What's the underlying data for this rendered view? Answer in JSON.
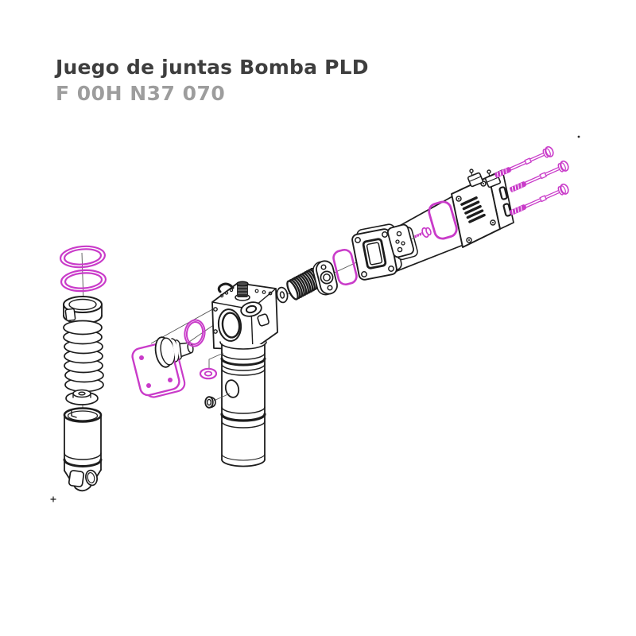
{
  "header": {
    "title": "Juego de juntas Bomba PLD",
    "part_number": "F 00H N37 070"
  },
  "colors": {
    "accent": "#c93bc9",
    "line": "#1d1d1d",
    "title": "#3e3e3e",
    "partnum": "#9d9d9d",
    "bg": "#ffffff"
  },
  "diagram": {
    "type": "exploded-parts-drawing",
    "highlight_meaning": "magenta parts belong to the gasket/seal kit",
    "parts": [
      {
        "id": "o-ring-upper",
        "highlighted": true
      },
      {
        "id": "o-ring-lower",
        "highlighted": true
      },
      {
        "id": "retaining-split-ring",
        "highlighted": false
      },
      {
        "id": "coil-spring-left",
        "highlighted": false
      },
      {
        "id": "spring-seat",
        "highlighted": false
      },
      {
        "id": "roller-tappet",
        "highlighted": false
      },
      {
        "id": "side-cover-gasket-plate",
        "highlighted": true
      },
      {
        "id": "plunger",
        "highlighted": false
      },
      {
        "id": "plunger-o-ring",
        "highlighted": true
      },
      {
        "id": "pump-body",
        "highlighted": false
      },
      {
        "id": "pump-barrel",
        "highlighted": false
      },
      {
        "id": "flat-sealing-washer",
        "highlighted": true
      },
      {
        "id": "plug",
        "highlighted": false
      },
      {
        "id": "valve-washer",
        "highlighted": false
      },
      {
        "id": "valve-spring",
        "highlighted": false
      },
      {
        "id": "valve-flange",
        "highlighted": false
      },
      {
        "id": "port-gasket-front",
        "highlighted": true
      },
      {
        "id": "inlet-flange",
        "highlighted": false
      },
      {
        "id": "pump-housing",
        "highlighted": false
      },
      {
        "id": "cover-plate-small",
        "highlighted": false
      },
      {
        "id": "sealing-screw",
        "highlighted": true
      },
      {
        "id": "port-gasket-rear",
        "highlighted": true
      },
      {
        "id": "end-block",
        "highlighted": false
      },
      {
        "id": "stud-bolt-1",
        "highlighted": true
      },
      {
        "id": "stud-bolt-2",
        "highlighted": true
      },
      {
        "id": "stud-bolt-3",
        "highlighted": true
      }
    ]
  }
}
